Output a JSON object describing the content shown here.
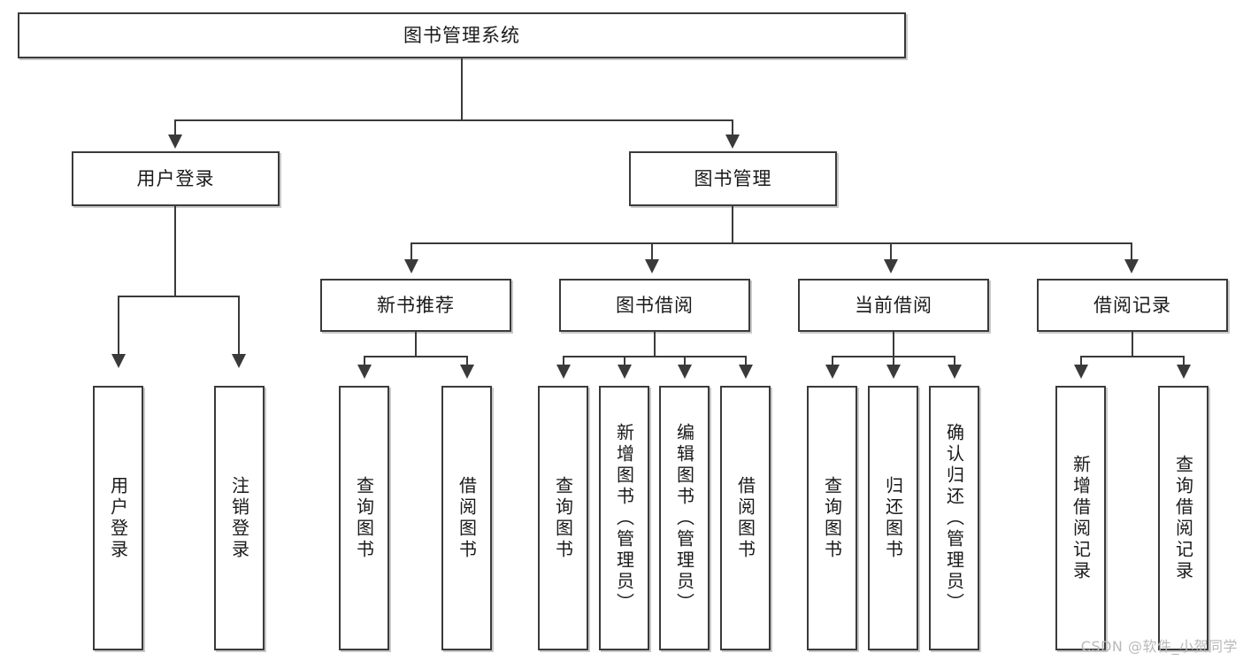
{
  "diagram": {
    "title": "图书管理系统",
    "type": "tree-hierarchy-chart",
    "root": {
      "id": "root",
      "label": "图书管理系统"
    },
    "level2": [
      {
        "id": "user-login",
        "label": "用户登录"
      },
      {
        "id": "book-management",
        "label": "图书管理"
      }
    ],
    "level3": [
      {
        "id": "new-book-recommend",
        "label": "新书推荐",
        "parent": "book-management"
      },
      {
        "id": "book-borrow",
        "label": "图书借阅",
        "parent": "book-management"
      },
      {
        "id": "current-borrow",
        "label": "当前借阅",
        "parent": "book-management"
      },
      {
        "id": "borrow-record",
        "label": "借阅记录",
        "parent": "book-management"
      }
    ],
    "leaves": {
      "user_login": [
        {
          "id": "leaf-user-login",
          "label": "用户登录"
        },
        {
          "id": "leaf-logout-login",
          "label": "注销登录"
        }
      ],
      "new_book_recommend": [
        {
          "id": "leaf-query-book-1",
          "label": "查询图书"
        },
        {
          "id": "leaf-borrow-book-1",
          "label": "借阅图书"
        }
      ],
      "book_borrow": [
        {
          "id": "leaf-query-book-2",
          "label": "查询图书"
        },
        {
          "id": "leaf-add-book",
          "label": "新增图书（管理员）"
        },
        {
          "id": "leaf-edit-book",
          "label": "编辑图书（管理员）"
        },
        {
          "id": "leaf-borrow-book-2",
          "label": "借阅图书"
        }
      ],
      "current_borrow": [
        {
          "id": "leaf-query-book-3",
          "label": "查询图书"
        },
        {
          "id": "leaf-return-book",
          "label": "归还图书"
        },
        {
          "id": "leaf-confirm-return",
          "label": "确认归还（管理员）"
        }
      ],
      "borrow_record": [
        {
          "id": "leaf-add-record",
          "label": "新增借阅记录"
        },
        {
          "id": "leaf-query-record",
          "label": "查询借阅记录"
        }
      ]
    }
  },
  "watermark": {
    "text": "CSDN @软件_小贺同学"
  },
  "colors": {
    "border": "#3a3a3a",
    "background": "#ffffff",
    "text": "#1a1a1a",
    "watermark": "#b9b9b9"
  }
}
